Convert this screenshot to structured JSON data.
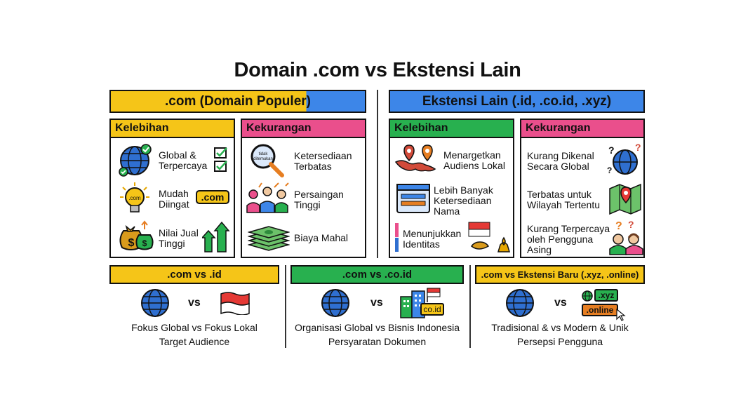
{
  "title": "Domain .com vs Ekstensi Lain",
  "left": {
    "header": ".com (Domain Populer)",
    "pros": {
      "heading": "Kelebihan",
      "items": [
        {
          "text": "Global & Terpercaya",
          "icon": "globe-check-icon"
        },
        {
          "text": "Mudah Diingat",
          "icon": "lightbulb-icon",
          "badge": ".com",
          "bulb_text": ".com"
        },
        {
          "text": "Nilai Jual Tinggi",
          "icon": "money-bags-icon"
        }
      ]
    },
    "cons": {
      "heading": "Kekurangan",
      "items": [
        {
          "text": "Ketersediaan Terbatas",
          "icon": "magnifier-icon",
          "lens_text": "tidak ditemukan"
        },
        {
          "text": "Persaingan Tinggi",
          "icon": "crowd-icon"
        },
        {
          "text": "Biaya Mahal",
          "icon": "cash-stack-icon"
        }
      ]
    }
  },
  "right": {
    "header": "Ekstensi Lain (.id, .co.id, .xyz)",
    "pros": {
      "heading": "Kelebihan",
      "items": [
        {
          "text": "Menargetkan Audiens Lokal",
          "icon": "map-pin-icon"
        },
        {
          "text": "Lebih Banyak Ketersediaan Nama",
          "icon": "browser-window-icon"
        },
        {
          "text": "Menunjukkan Identitas",
          "icon": "indonesia-flag-icon"
        }
      ]
    },
    "cons": {
      "heading": "Kekurangan",
      "items": [
        {
          "text": "Kurang Dikenal Secara Global",
          "icon": "globe-question-icon"
        },
        {
          "text": "Terbatas untuk Wilayah Tertentu",
          "icon": "folded-map-icon"
        },
        {
          "text": "Kurang Terpercaya oleh Pengguna Asing",
          "icon": "confused-people-icon"
        }
      ]
    }
  },
  "comparisons": [
    {
      "header": ".com vs .id",
      "vs": "vs",
      "line1_left": "Fokus Global",
      "line1_vs": "vs",
      "line1_right": "Fokus Lokal",
      "line2": "Target Audience"
    },
    {
      "header": ".com vs .co.id",
      "vs": "vs",
      "line1_left": "Organisasi Global",
      "line1_vs": "vs",
      "line1_right": "Bisnis Indonesia",
      "line2": "Persyaratan Dokumen",
      "badge": "co.id"
    },
    {
      "header": ".com vs Ekstensi Baru (.xyz, .online)",
      "vs": "vs",
      "line1_left": "Tradisional &",
      "line1_vs": "vs",
      "line1_right": "Modern & Unik",
      "line2": "Persepsi Pengguna",
      "badge1": ".xyz",
      "badge2": ".online"
    }
  ],
  "colors": {
    "yellow": "#f5c518",
    "blue": "#3d86e8",
    "green": "#28b04f",
    "pink": "#ea4f8c"
  }
}
